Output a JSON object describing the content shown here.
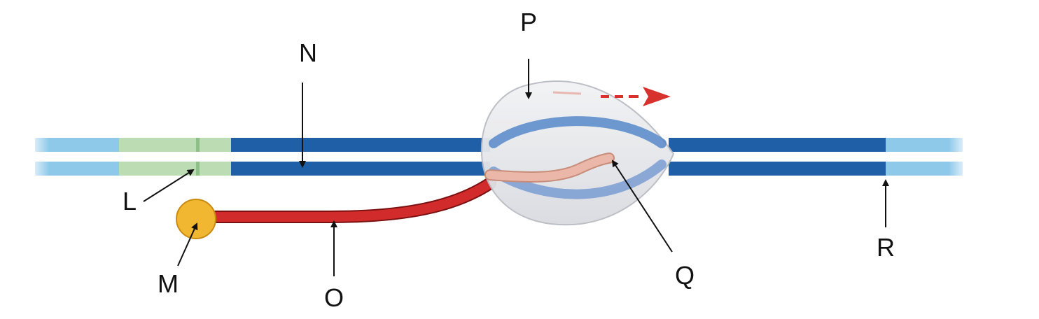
{
  "labels": {
    "L": "L",
    "M": "M",
    "N": "N",
    "O": "O",
    "P": "P",
    "Q": "Q",
    "R": "R"
  },
  "colors": {
    "dna_dark": "#1f5fa8",
    "dna_light": "#8ec9ea",
    "promoter": "#bcdcb4",
    "rna": "#d22b2b",
    "rna_pale": "#eab7a8",
    "cap": "#f2b731",
    "bubble": "#e6e8ec",
    "arrow_red": "#d8322e"
  }
}
